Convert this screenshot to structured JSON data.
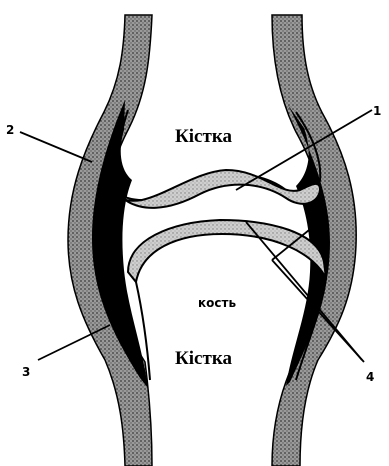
{
  "labels": {
    "bone_top": "Кістка",
    "bone_middle": "кость",
    "bone_bottom": "Кістка"
  },
  "callouts": [
    "1",
    "2",
    "3",
    "4"
  ],
  "colors": {
    "ink": "#000000",
    "capsule_fill": "#8c8c8c",
    "cartilage_fill": "#c6c6c6",
    "background": "#ffffff"
  }
}
